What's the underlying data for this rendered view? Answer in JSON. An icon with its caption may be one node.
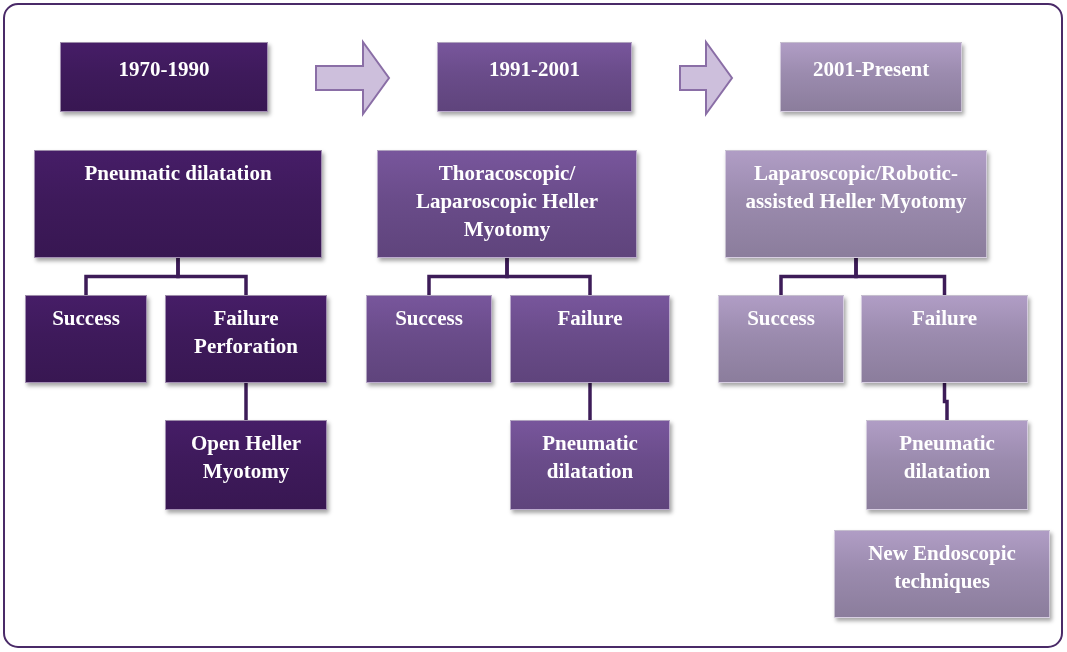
{
  "diagram": {
    "nodes": [
      {
        "text": [
          "1970-1990"
        ]
      },
      {
        "text": [
          "1991-2001"
        ]
      },
      {
        "text": [
          "2001-Present"
        ]
      },
      {
        "text": [
          "Pneumatic dilatation"
        ]
      },
      {
        "text": [
          "Success"
        ]
      },
      {
        "text": [
          "Failure Perforation"
        ]
      },
      {
        "text": [
          "Open Heller Myotomy"
        ]
      },
      {
        "text": [
          "Thoracoscopic/ Laparoscopic Heller Myotomy"
        ]
      },
      {
        "text": [
          "Success"
        ]
      },
      {
        "text": [
          "Failure"
        ]
      },
      {
        "text": [
          "Pneumatic dilatation"
        ]
      },
      {
        "text": [
          "Laparoscopic/Robotic-assisted Heller Myotomy"
        ]
      },
      {
        "text": [
          "Success"
        ]
      },
      {
        "text": [
          "Failure"
        ]
      },
      {
        "text": [
          "Pneumatic dilatation"
        ]
      },
      {
        "text": [
          "New Endoscopic techniques"
        ]
      }
    ],
    "edges": [
      {
        "from": 0,
        "to": 1,
        "arrow": "to",
        "style": "thick"
      },
      {
        "from": 1,
        "to": 2,
        "arrow": "to",
        "style": "thick"
      },
      {
        "from": 3,
        "to": 4,
        "arrow": "none"
      },
      {
        "from": 3,
        "to": 5,
        "arrow": "none"
      },
      {
        "from": 5,
        "to": 6,
        "arrow": "none"
      },
      {
        "from": 7,
        "to": 8,
        "arrow": "none"
      },
      {
        "from": 7,
        "to": 9,
        "arrow": "none"
      },
      {
        "from": 9,
        "to": 10,
        "arrow": "none"
      },
      {
        "from": 11,
        "to": 12,
        "arrow": "none"
      },
      {
        "from": 11,
        "to": 13,
        "arrow": "none"
      },
      {
        "from": 13,
        "to": 14,
        "arrow": "none"
      }
    ]
  }
}
